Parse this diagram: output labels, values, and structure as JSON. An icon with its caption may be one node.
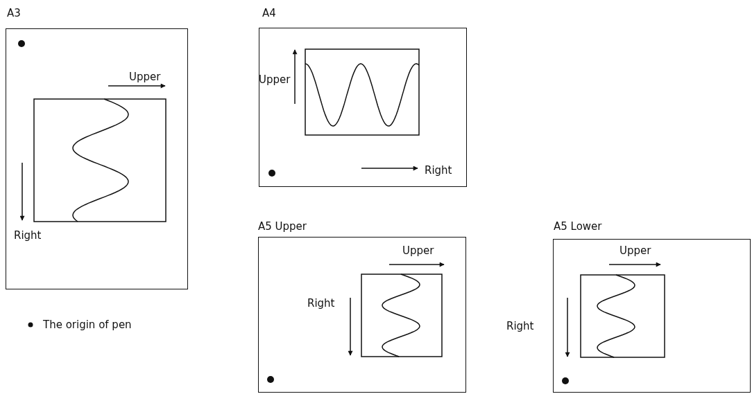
{
  "diagram": {
    "nodes": [
      {
        "text": [
          "A3"
        ]
      },
      {
        "text": [
          "A4"
        ]
      },
      {
        "text": [
          "A5 Upper"
        ]
      },
      {
        "text": [
          "A5 Lower"
        ]
      }
    ],
    "labels": [
      "Upper",
      "Right",
      "Upper",
      "Right",
      "Upper",
      "Right",
      "Upper",
      "Right"
    ],
    "legend": [
      {
        "text": "The origin of pen"
      }
    ]
  }
}
